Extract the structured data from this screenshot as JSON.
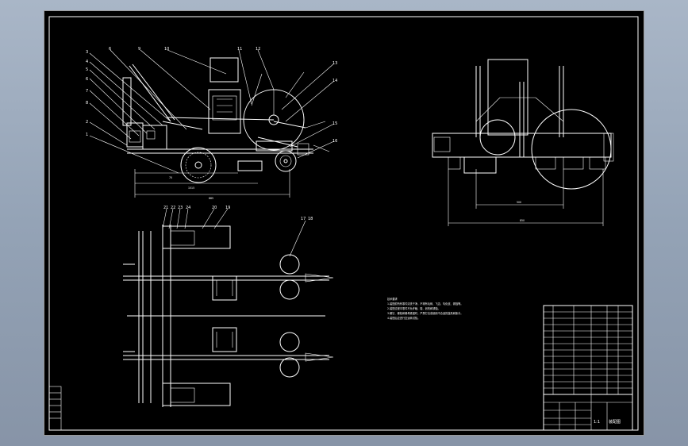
{
  "drawing": {
    "side_view_labels": [
      "1",
      "2",
      "3",
      "4",
      "5",
      "6",
      "7",
      "8",
      "9",
      "10",
      "11",
      "12",
      "13",
      "14",
      "15",
      "16"
    ],
    "plan_view_labels": [
      "21",
      "22",
      "23",
      "24",
      "20",
      "19",
      "17",
      "18"
    ],
    "dimensions": {
      "dim_a": "70",
      "dim_b": "1515",
      "dim_c": "885",
      "dim_d": "500",
      "dim_e": "850"
    },
    "tech_requirements": [
      "技术要求",
      "1.装配前所有零件清洗干净，不得有毛刺、飞边、氧化皮、锈蚀等。",
      "2.装配过程中零件不允许磕、碰、划伤和锈蚀。",
      "3.螺钉、螺栓和螺母紧固时，严禁打击或使用不合适的旋具和扳手。",
      "4.装配后应进行空运转试验。"
    ],
    "title_block": {
      "drawing_no": "装配图",
      "sheet_label": "1:1"
    }
  },
  "colors": {
    "background": "#000000",
    "lines": "#ffffff",
    "frame": "#9aa8bb"
  }
}
